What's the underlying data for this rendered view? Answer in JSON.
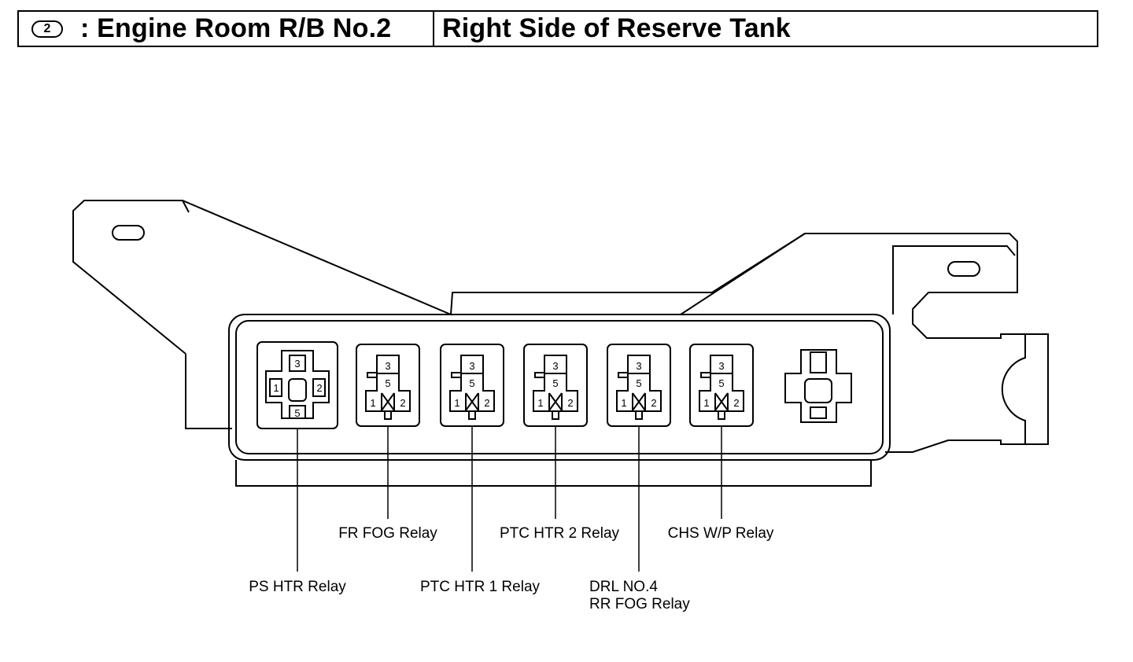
{
  "header": {
    "badge": "2",
    "location": ": Engine Room R/B No.2",
    "position": "Right Side of Reserve Tank"
  },
  "relays": [
    {
      "label_lines": [
        "PS HTR Relay"
      ],
      "pins": [
        "3",
        "1",
        "2",
        "5"
      ]
    },
    {
      "label_lines": [
        "FR FOG Relay"
      ],
      "pins": [
        "3",
        "5",
        "1",
        "2"
      ]
    },
    {
      "label_lines": [
        "PTC HTR 1 Relay"
      ],
      "pins": [
        "3",
        "5",
        "1",
        "2"
      ]
    },
    {
      "label_lines": [
        "PTC HTR 2 Relay"
      ],
      "pins": [
        "3",
        "5",
        "1",
        "2"
      ]
    },
    {
      "label_lines": [
        "DRL NO.4",
        "RR FOG Relay"
      ],
      "pins": [
        "3",
        "5",
        "1",
        "2"
      ]
    },
    {
      "label_lines": [
        "CHS W/P Relay"
      ],
      "pins": [
        "3",
        "5",
        "1",
        "2"
      ]
    }
  ]
}
